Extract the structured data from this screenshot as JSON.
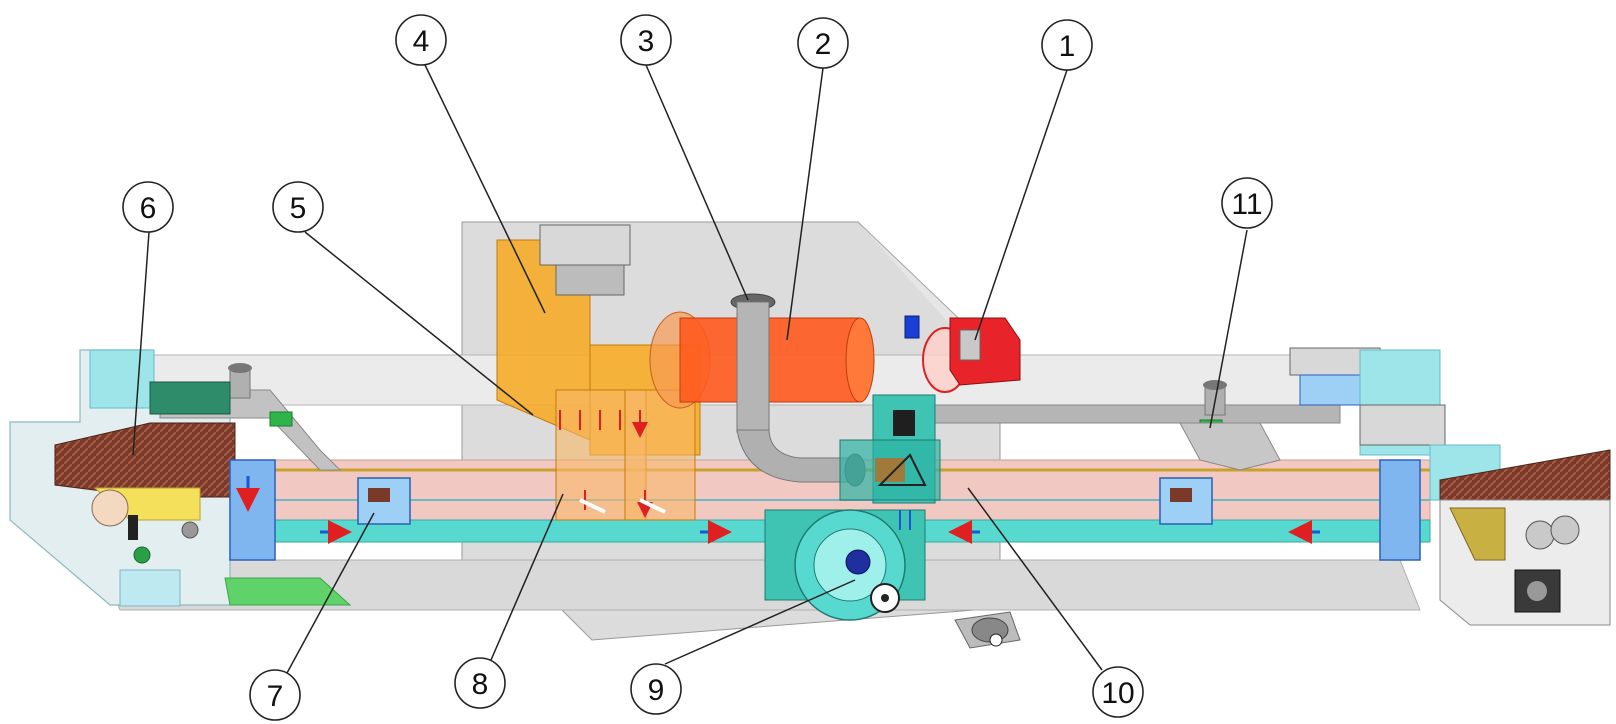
{
  "diagram": {
    "callouts": [
      {
        "id": "1",
        "label": "1"
      },
      {
        "id": "2",
        "label": "2"
      },
      {
        "id": "3",
        "label": "3"
      },
      {
        "id": "4",
        "label": "4"
      },
      {
        "id": "5",
        "label": "5"
      },
      {
        "id": "6",
        "label": "6"
      },
      {
        "id": "7",
        "label": "7"
      },
      {
        "id": "8",
        "label": "8"
      },
      {
        "id": "9",
        "label": "9"
      },
      {
        "id": "10",
        "label": "10"
      },
      {
        "id": "11",
        "label": "11"
      }
    ]
  },
  "colors": {
    "burner": "#e8232a",
    "combustion_chamber": "#ff5a1e",
    "heat_exchanger": "#f7a81e",
    "duct_cyan": "#58d9d0",
    "housing_gray": "#d4d4d4",
    "belt_brown": "#7a3a2a",
    "tunnel_pink": "#f2c9c2",
    "fan_teal": "#3fc4b4",
    "arrow_red": "#e02020",
    "arrow_blue": "#1a56d6",
    "blue_box": "#7fb6f0"
  }
}
